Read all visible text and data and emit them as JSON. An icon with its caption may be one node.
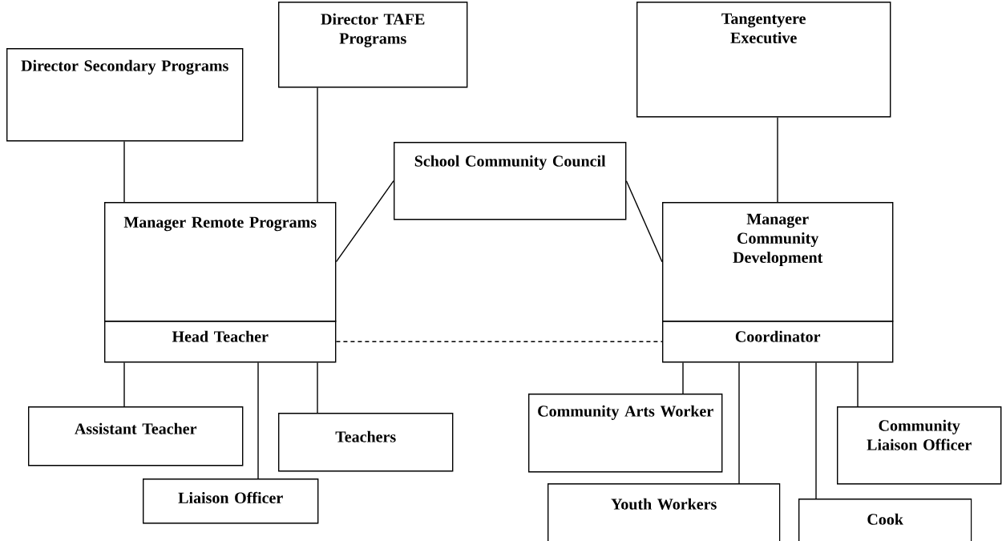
{
  "diagram": {
    "nodes": [
      {
        "text": [
          "Director TAFE Programs"
        ]
      },
      {
        "text": [
          "Director Secondary Programs"
        ]
      },
      {
        "text": [
          "School Community Council"
        ]
      },
      {
        "text": [
          "Tangentyere Executive"
        ]
      },
      {
        "text": [
          "Manager Remote Programs"
        ]
      },
      {
        "text": [
          "Manager Community Development"
        ]
      },
      {
        "text": [
          "Head Teacher"
        ]
      },
      {
        "text": [
          "Coordinator"
        ]
      },
      {
        "text": [
          "Assistant Teacher"
        ]
      },
      {
        "text": [
          "Teachers"
        ]
      },
      {
        "text": [
          "Liaison Officer"
        ]
      },
      {
        "text": [
          "Community Arts Worker"
        ]
      },
      {
        "text": [
          "Community Liaison Officer"
        ]
      },
      {
        "text": [
          "Youth Workers"
        ]
      },
      {
        "text": [
          "Cook"
        ]
      }
    ],
    "edges": [
      {
        "from": 1,
        "to": 4,
        "arrow": "none"
      },
      {
        "from": 0,
        "to": 4,
        "arrow": "none"
      },
      {
        "from": 2,
        "to": 4,
        "arrow": "none"
      },
      {
        "from": 2,
        "to": 5,
        "arrow": "none"
      },
      {
        "from": 3,
        "to": 5,
        "arrow": "none"
      },
      {
        "from": 6,
        "to": 7,
        "arrow": "none",
        "style": "dashed"
      },
      {
        "from": 6,
        "to": 8,
        "arrow": "none"
      },
      {
        "from": 6,
        "to": 10,
        "arrow": "none"
      },
      {
        "from": 6,
        "to": 9,
        "arrow": "none"
      },
      {
        "from": 7,
        "to": 11,
        "arrow": "none"
      },
      {
        "from": 7,
        "to": 13,
        "arrow": "none"
      },
      {
        "from": 7,
        "to": 14,
        "arrow": "none"
      },
      {
        "from": 7,
        "to": 12,
        "arrow": "none"
      }
    ]
  }
}
